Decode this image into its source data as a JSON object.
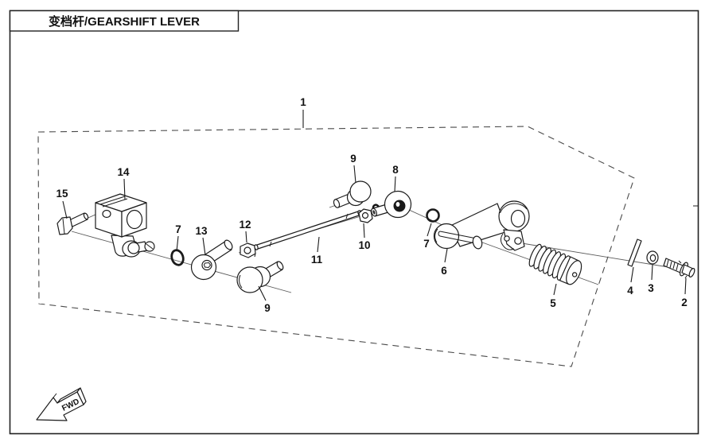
{
  "title": "变档杆/GEARSHIFT LEVER",
  "direction": {
    "fwd": "FWD"
  },
  "labels": {
    "assembly": "1",
    "bolt": "2",
    "washer": "3",
    "pin": "4",
    "rubber_sleeve": "5",
    "lever": "6",
    "oring": "7",
    "rod_end": "8",
    "ball_stud": "9",
    "nut": "10",
    "rod": "11",
    "hex_nut": "12",
    "joint_bolt": "13",
    "shift_arm": "14",
    "arm_bolt": "15"
  },
  "colors": {
    "line": "#1b1b1b",
    "boundary": "#4a4a4a",
    "background": "#ffffff"
  }
}
